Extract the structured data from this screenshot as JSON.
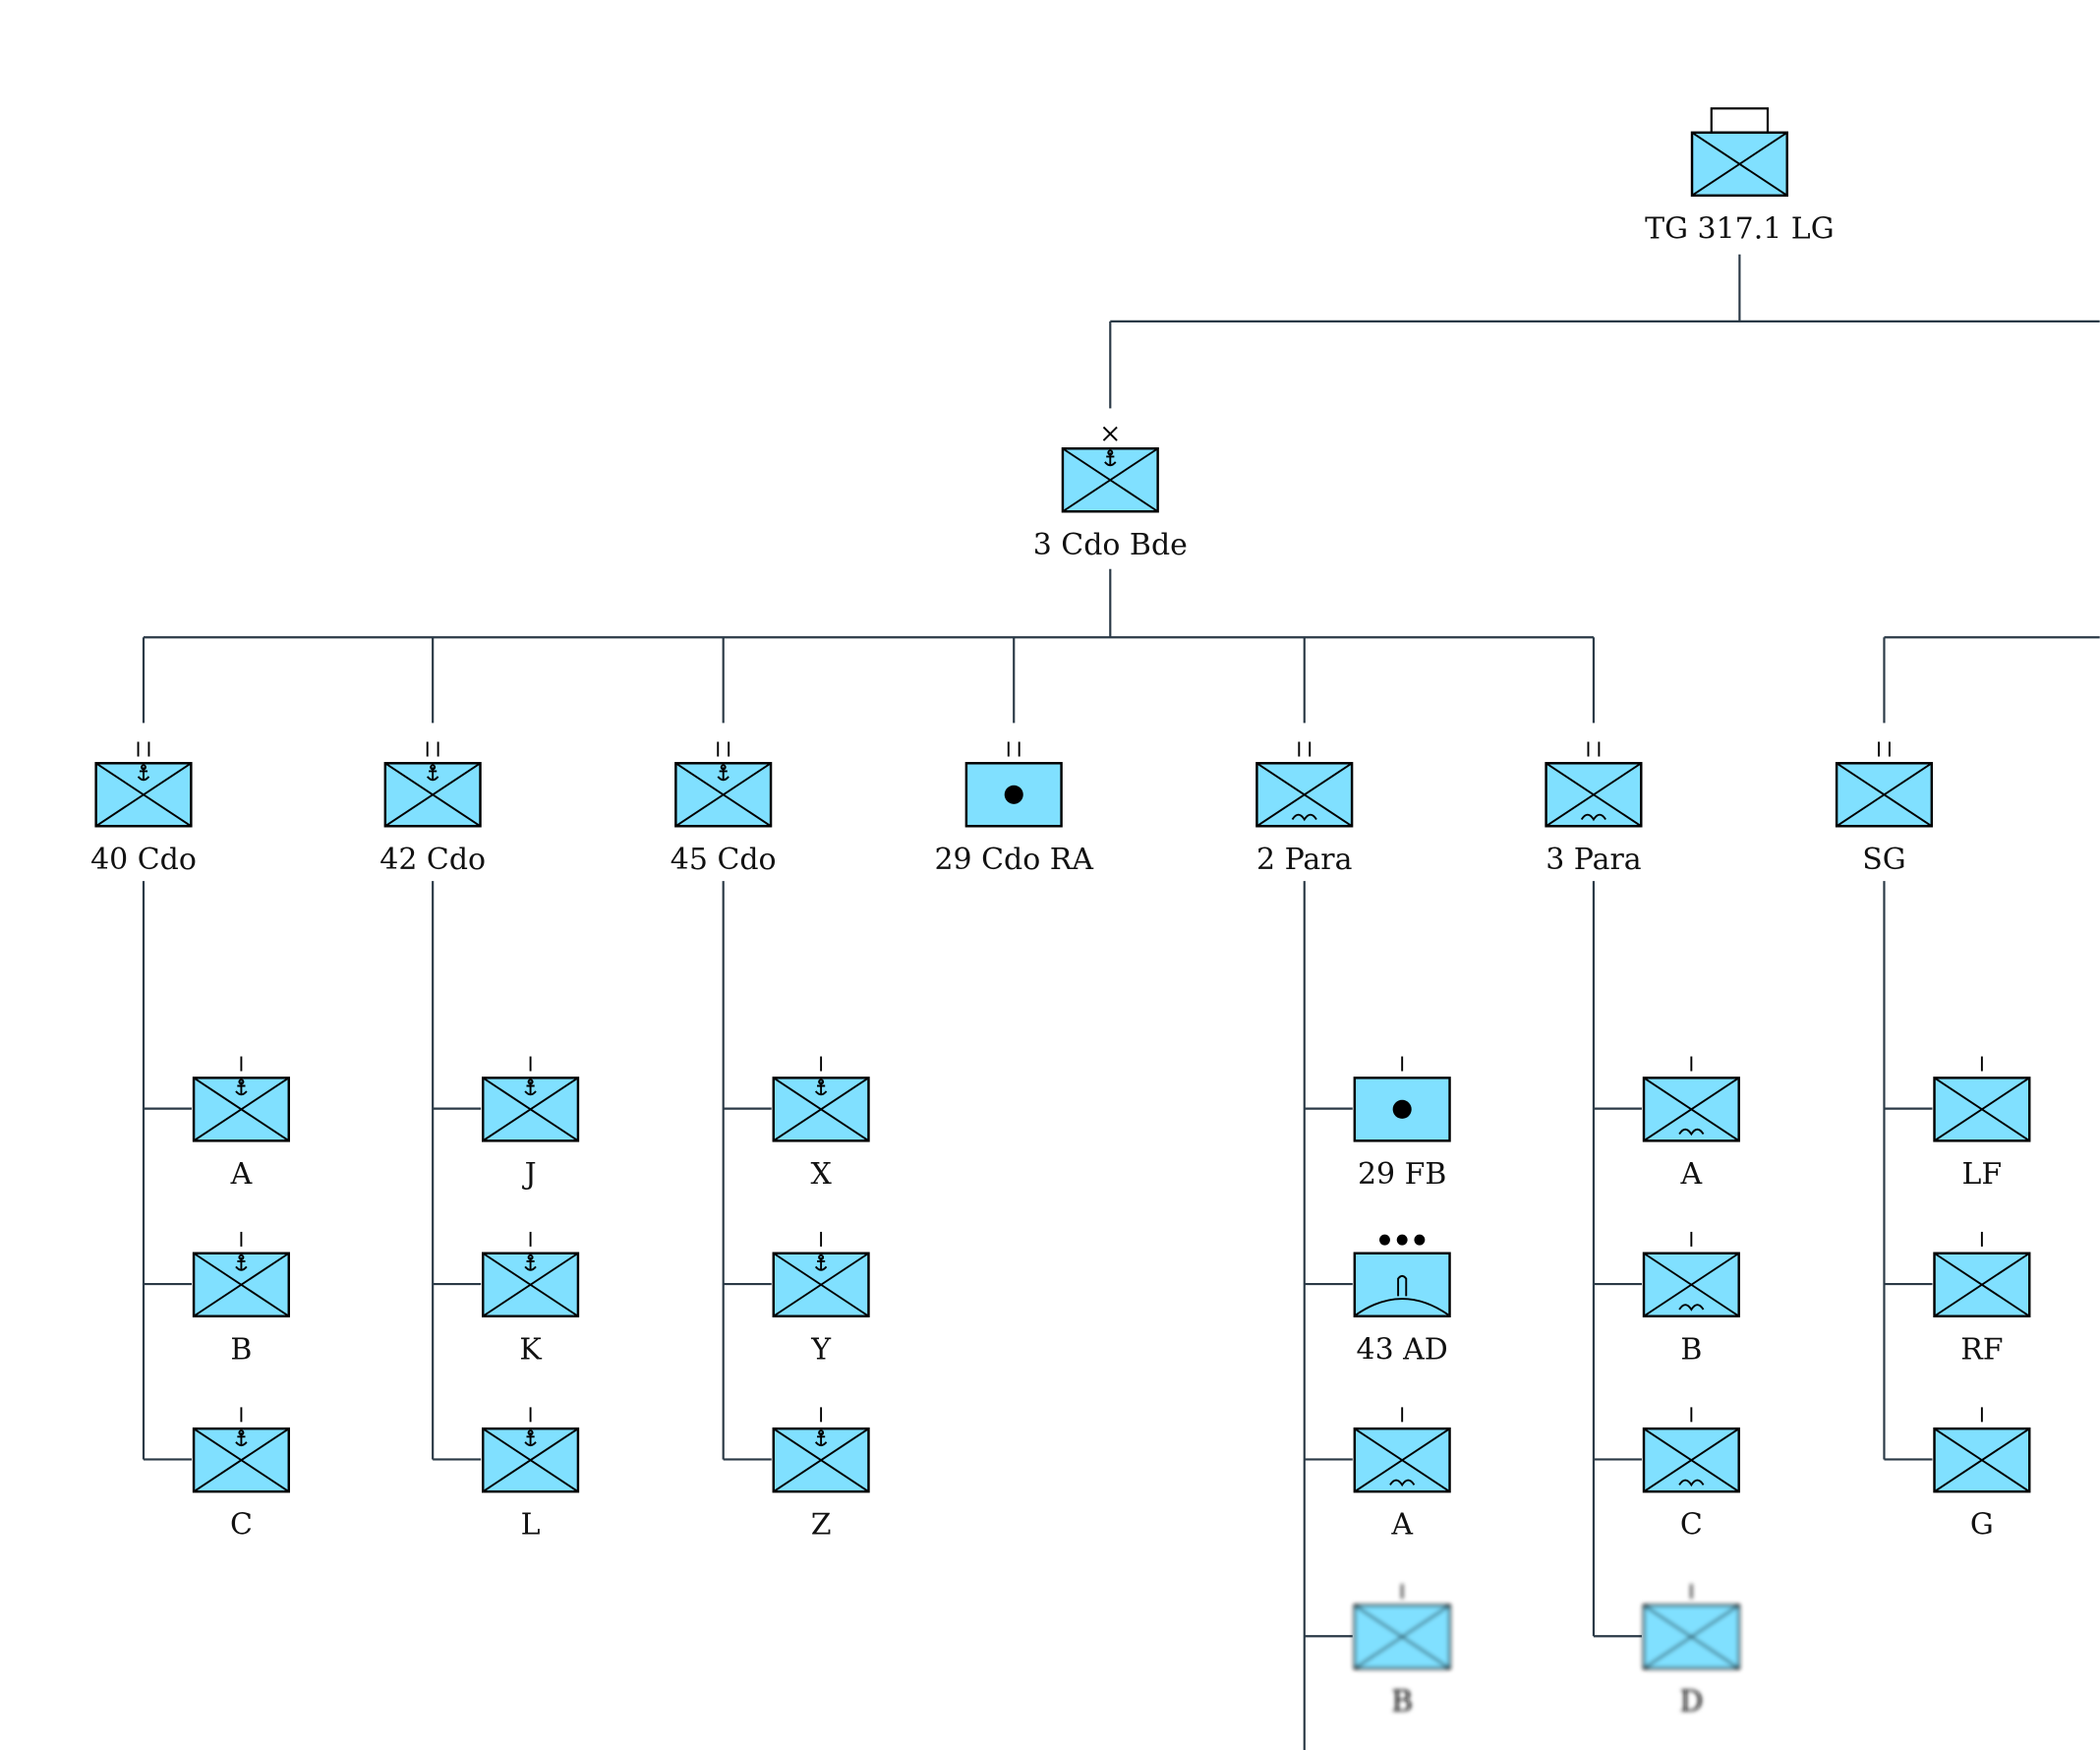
{
  "colors": {
    "friendly_fill": "#80e0ff",
    "line": "#2b3a47"
  },
  "root": {
    "label": "TG 317.1 LG",
    "symbol": "infantry",
    "echelon": "hq"
  },
  "brigade": {
    "label": "3 Cdo Bde",
    "symbol": "infantry-amphibious",
    "echelon": "X"
  },
  "units": [
    {
      "label": "40 Cdo",
      "symbol": "infantry-amphibious",
      "echelon": "II",
      "children": [
        {
          "label": "A",
          "symbol": "infantry-amphibious"
        },
        {
          "label": "B",
          "symbol": "infantry-amphibious"
        },
        {
          "label": "C",
          "symbol": "infantry-amphibious"
        }
      ]
    },
    {
      "label": "42 Cdo",
      "symbol": "infantry-amphibious",
      "echelon": "II",
      "children": [
        {
          "label": "J",
          "symbol": "infantry-amphibious"
        },
        {
          "label": "K",
          "symbol": "infantry-amphibious"
        },
        {
          "label": "L",
          "symbol": "infantry-amphibious"
        }
      ]
    },
    {
      "label": "45 Cdo",
      "symbol": "infantry-amphibious",
      "echelon": "II",
      "children": [
        {
          "label": "X",
          "symbol": "infantry-amphibious"
        },
        {
          "label": "Y",
          "symbol": "infantry-amphibious"
        },
        {
          "label": "Z",
          "symbol": "infantry-amphibious"
        }
      ]
    },
    {
      "label": "29 Cdo RA",
      "symbol": "artillery",
      "echelon": "II",
      "children": []
    },
    {
      "label": "2 Para",
      "symbol": "infantry-airborne",
      "echelon": "II",
      "children": [
        {
          "label": "29 FB",
          "symbol": "artillery",
          "echelon": "I"
        },
        {
          "label": "43 AD",
          "symbol": "air-defence",
          "echelon": "•••"
        },
        {
          "label": "A",
          "symbol": "infantry-airborne"
        },
        {
          "label": "B",
          "symbol": "infantry",
          "faded": true
        }
      ]
    },
    {
      "label": "3 Para",
      "symbol": "infantry-airborne",
      "echelon": "II",
      "children": [
        {
          "label": "A",
          "symbol": "infantry-airborne"
        },
        {
          "label": "B",
          "symbol": "infantry-airborne"
        },
        {
          "label": "C",
          "symbol": "infantry-airborne"
        },
        {
          "label": "D",
          "symbol": "infantry",
          "faded": true
        }
      ]
    },
    {
      "label": "SG",
      "symbol": "infantry",
      "echelon": "II",
      "children": [
        {
          "label": "LF",
          "symbol": "infantry"
        },
        {
          "label": "RF",
          "symbol": "infantry"
        },
        {
          "label": "G",
          "symbol": "infantry"
        }
      ]
    }
  ],
  "company_echelon": "I"
}
